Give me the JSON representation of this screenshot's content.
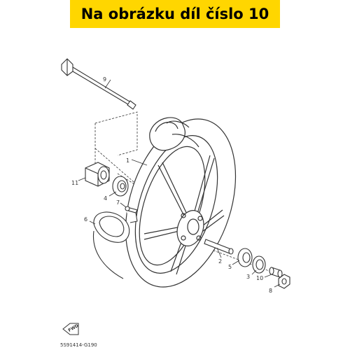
{
  "banner": {
    "text": "Na obrázku díl číslo 10",
    "background_color": "#FFD600"
  },
  "diagram": {
    "callouts": [
      "1",
      "2",
      "3",
      "4",
      "5",
      "6",
      "7",
      "8",
      "9",
      "10",
      "11"
    ],
    "diagram_code": "5S91414-G190",
    "direction_label": "FWD",
    "line_color": "#333333"
  }
}
